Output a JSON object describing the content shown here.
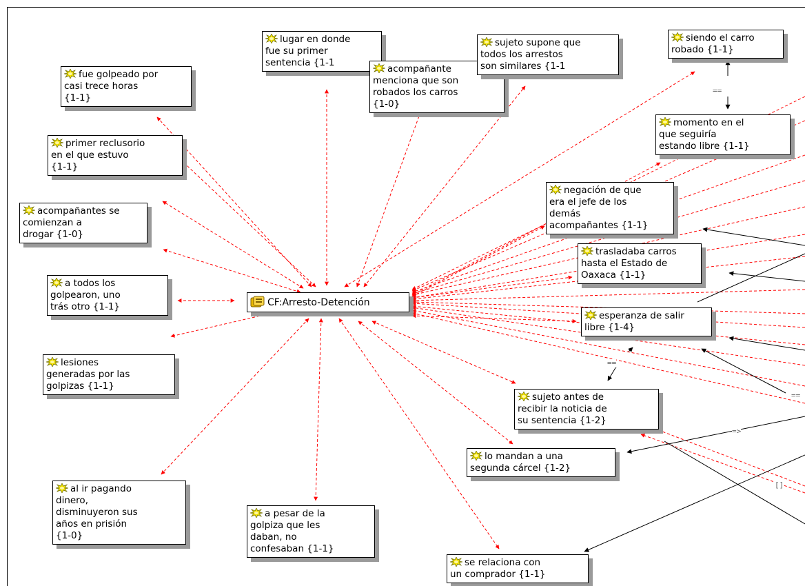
{
  "colors": {
    "link_red": "#ff0000",
    "link_black": "#000000",
    "shadow": "#9a9a9a"
  },
  "center": {
    "label": "CF:Arresto-Detención",
    "icon": "code-family-icon"
  },
  "nodes": [
    {
      "id": "n-golpeado",
      "text": "fue golpeado por\ncasi trece horas\n{1-1}",
      "icon": "quotation-icon"
    },
    {
      "id": "n-lugar",
      "text": "lugar en donde\nfue su primer\nsentencia {1-1",
      "icon": "quotation-icon"
    },
    {
      "id": "n-acomp-menciona",
      "text": "acompañante\nmenciona que son\nrobados los carros\n{1-0}",
      "icon": "quotation-icon"
    },
    {
      "id": "n-sujeto-supone",
      "text": "sujeto supone que\ntodos los arrestos\nson similares {1-1",
      "icon": "quotation-icon"
    },
    {
      "id": "n-siendo-carro",
      "text": "siendo el carro\nrobado {1-1}",
      "icon": "quotation-icon"
    },
    {
      "id": "n-momento",
      "text": "momento en el\nque seguiría\nestando libre {1-1}",
      "icon": "quotation-icon"
    },
    {
      "id": "n-primer-reclusorio",
      "text": "primer reclusorio\nen el que estuvo\n{1-1}",
      "icon": "quotation-icon"
    },
    {
      "id": "n-acomp-drogar",
      "text": "acompañantes se\ncomienzan a\ndrogar {1-0}",
      "icon": "quotation-icon"
    },
    {
      "id": "n-negacion",
      "text": "negación de que\nera el jefe de los\ndemás\nacompañantes {1-1}",
      "icon": "quotation-icon"
    },
    {
      "id": "n-trasladaba",
      "text": "trasladaba carros\nhasta el Estado de\nOaxaca {1-1}",
      "icon": "quotation-icon"
    },
    {
      "id": "n-todos-golpearon",
      "text": "a todos los\ngolpearon, uno\ntrás otro {1-1}",
      "icon": "quotation-icon"
    },
    {
      "id": "n-esperanza",
      "text": "esperanza de salir\nlibre {1-4}",
      "icon": "quotation-icon"
    },
    {
      "id": "n-lesiones",
      "text": "lesiones\ngeneradas por las\ngolpizas {1-1}",
      "icon": "quotation-icon"
    },
    {
      "id": "n-sujeto-antes",
      "text": "sujeto antes de\nrecibir la noticia de\nsu sentencia {1-2}",
      "icon": "quotation-icon"
    },
    {
      "id": "n-mandan",
      "text": "lo mandan a una\nsegunda cárcel {1-2}",
      "icon": "quotation-icon"
    },
    {
      "id": "n-pagando",
      "text": "al ir pagando\ndinero,\ndisminuyeron sus\naños en prisión\n{1-0}",
      "icon": "quotation-icon"
    },
    {
      "id": "n-pesar",
      "text": "a pesar de la\ngolpiza que les\ndaban, no\nconfesaban {1-1}",
      "icon": "quotation-icon"
    },
    {
      "id": "n-relaciona",
      "text": "se relaciona con\nun comprador {1-1}",
      "icon": "quotation-icon"
    }
  ],
  "relations": {
    "eq1": "==",
    "eq2": "==",
    "eq3": "==",
    "imp": "=>",
    "box": "[]"
  }
}
